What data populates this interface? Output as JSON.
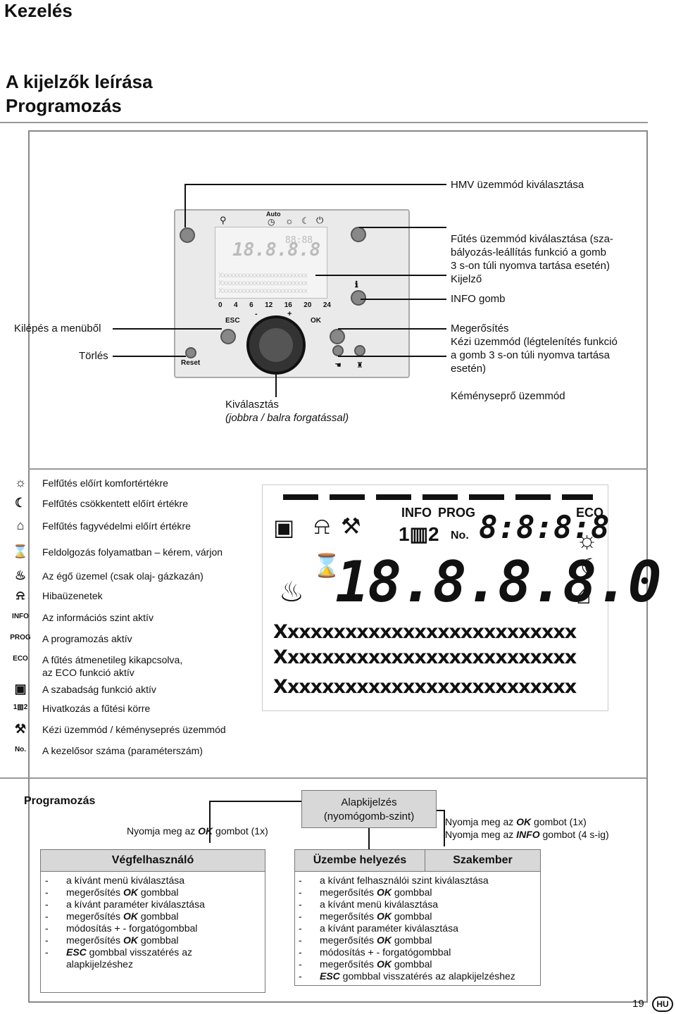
{
  "header": {
    "title": "Kezelés"
  },
  "section": {
    "title_line1": "A kijelzők leírása",
    "title_line2": "Programozás"
  },
  "panel_labels": {
    "hmv": "HMV üzemmód kiválasztása",
    "futes": "Fűtés üzemmód kiválasztása (sza-",
    "futes2": "bályozás-leállítás funkció a gomb",
    "futes3": "3 s-on túli nyomva tartása esetén)",
    "kijelzo": "Kijelző",
    "info": "INFO gomb",
    "kilepes": "Kilépés a menüből",
    "torles": "Törlés",
    "megerosites": "Megerősítés",
    "kezi1": "Kézi üzemmód (légtelenítés funkció",
    "kezi2": "a gomb 3 s-on túli nyomva tartása",
    "kezi3": "esetén)",
    "kivalasztas": "Kiválasztás",
    "kivalasztas_sub": "(jobbra / balra forgatással)",
    "kemeny": "Kéményseprő üzemmód"
  },
  "panel": {
    "auto": "Auto",
    "scale": [
      "0",
      "4",
      "6",
      "12",
      "16",
      "20",
      "24"
    ],
    "esc": "ESC",
    "ok": "OK",
    "minus": "-",
    "plus": "+",
    "reset": "Reset",
    "digits": "18.8.8.8",
    "small_digits": "88:88"
  },
  "legend": [
    {
      "icon": "sun-icon",
      "glyph": "☼",
      "text": "Felfűtés előírt komfortértékre"
    },
    {
      "icon": "moon-icon",
      "glyph": "☾",
      "text": "Felfűtés csökkentett előírt értékre"
    },
    {
      "icon": "house-icon",
      "glyph": "⌂",
      "text": "Felfűtés fagyvédelmi előírt értékre"
    },
    {
      "icon": "hourglass-icon",
      "glyph": "⌛",
      "text": "Feldolgozás folyamatban – kérem, várjon"
    },
    {
      "icon": "flame-icon",
      "glyph": "♨",
      "text": "Az égő üzemel (csak olaj- gázkazán)"
    },
    {
      "icon": "bell-icon",
      "glyph": "⍾",
      "text": "Hibaüzenetek"
    },
    {
      "icon": "info-icon",
      "glyph": "INFO",
      "text": "Az információs szint aktív"
    },
    {
      "icon": "prog-icon",
      "glyph": "PROG",
      "text": "A programozás aktív"
    },
    {
      "icon": "eco-icon",
      "glyph": "ECO",
      "text": "A fűtés átmenetileg kikapcsolva,",
      "text2": "az ECO funkció aktív"
    },
    {
      "icon": "suitcase-icon",
      "glyph": "▣",
      "text": "A szabadság funkció aktív"
    },
    {
      "icon": "radiator-icon",
      "glyph": "1▥2",
      "text": "Hivatkozás a fűtési körre"
    },
    {
      "icon": "wrench-icon",
      "glyph": "⚒",
      "text": "Kézi üzemmód / kéményseprés üzemmód"
    },
    {
      "icon": "number-icon",
      "glyph": "No.",
      "text": "A kezelősor száma (paraméterszám)"
    }
  ],
  "lcd": {
    "info": "INFO",
    "prog": "PROG",
    "eco": "ECO",
    "no": "No.",
    "small_digits": "8:8:8:8",
    "big_digits": "18.8.8.8.0",
    "x_rows": [
      "Xxxxxxxxxxxxxxxxxxxxxxxxxx",
      "Xxxxxxxxxxxxxxxxxxxxxxxxxx",
      "Xxxxxxxxxxxxxxxxxxxxxxxxxx"
    ]
  },
  "programming": {
    "title": "Programozás",
    "press_ok": "Nyomja meg az",
    "ok_word": "OK",
    "press_ok_suffix": "gombot (1x)",
    "base_title": "Alapkijelzés",
    "base_sub": "(nyomógomb-szint)",
    "right_line1_prefix": "Nyomja meg az",
    "right_line1_key": "OK",
    "right_line1_suffix": "gombot (1x)",
    "right_line2_prefix": "Nyomja meg az",
    "right_line2_key": "INFO",
    "right_line2_suffix": "gombot (4 s-ig)",
    "end_user": "Végfelhasználó",
    "install": "Üzembe helyezés",
    "specialist": "Szakember",
    "left_steps": [
      {
        "text": "a kívánt menü kiválasztása"
      },
      {
        "text": "megerősítés",
        "key": "OK",
        "after": "gombbal"
      },
      {
        "text": "a kívánt paraméter kiválasztása"
      },
      {
        "text": "megerősítés",
        "key": "OK",
        "after": "gombbal"
      },
      {
        "text": "módosítás + - forgatógombbal"
      },
      {
        "text": "megerősítés",
        "key": "OK",
        "after": "gombbal"
      },
      {
        "text": "",
        "key": "ESC",
        "after": "gombbal visszatérés az"
      },
      {
        "text": "alapkijelzéshez",
        "nodash": true
      }
    ],
    "right_steps": [
      {
        "text": "a kívánt felhasználói szint kiválasztása"
      },
      {
        "text": "megerősítés",
        "key": "OK",
        "after": "gombbal"
      },
      {
        "text": "a kívánt menü kiválasztása"
      },
      {
        "text": "megerősítés",
        "key": "OK",
        "after": "gombbal"
      },
      {
        "text": "a kívánt paraméter kiválasztása"
      },
      {
        "text": "megerősítés",
        "key": "OK",
        "after": "gombbal"
      },
      {
        "text": "módosítás + - forgatógombbal"
      },
      {
        "text": "megerősítés",
        "key": "OK",
        "after": "gombbal"
      },
      {
        "text": "",
        "key": "ESC",
        "after": "gombbal visszatérés az alapkijelzéshez"
      }
    ]
  },
  "footer": {
    "page": "19",
    "lang": "HU"
  }
}
